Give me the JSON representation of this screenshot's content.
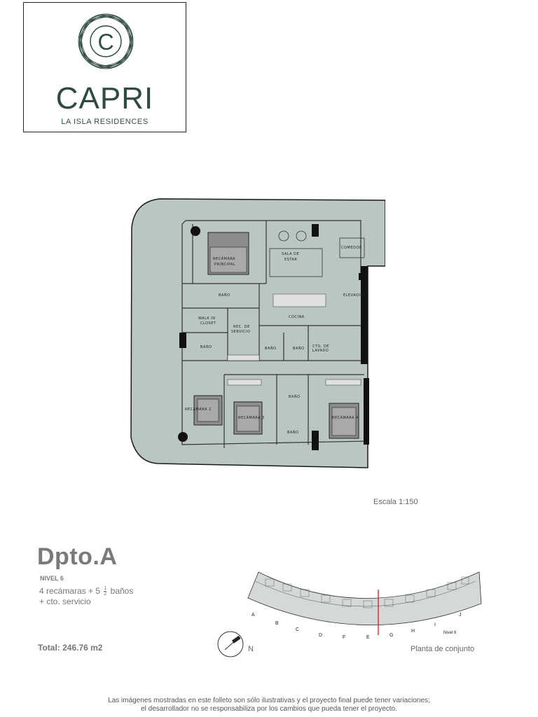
{
  "brand": {
    "name": "CAPRI",
    "subtitle": "LA ISLA RESIDENCES",
    "monogram": "C"
  },
  "plan": {
    "rooms": {
      "recamara_principal": [
        "RECÁMARA",
        "PRINCIPAL"
      ],
      "sala": [
        "SALA DE",
        "ESTAR"
      ],
      "comedor": "COMEDOR",
      "elevador": "ELEVADOR",
      "bano": "BAÑO",
      "walk_in": [
        "WALK IN",
        "CLOSET"
      ],
      "rec_servicio": [
        "REC. DE",
        "SERVICIO"
      ],
      "cocina": "COCINA",
      "cto_lavado": [
        "CTO. DE",
        "LAVADO"
      ],
      "recamara_2": "RECÁMARA 2",
      "recamara_3": "RECÁMARA 3",
      "recamara_4": "RECÁMARA 4"
    }
  },
  "scale": "Escala 1:150",
  "unit": {
    "title": "Dpto.A",
    "level": "NIVEL 6",
    "rooms_pre": "4 recámaras + 5",
    "frac_num": "1",
    "frac_den": "2",
    "rooms_post": "baños",
    "rooms_line2": "+ cto. servicio",
    "total": "Total: 246.76 m2"
  },
  "compass": {
    "label": "N"
  },
  "siteplan": {
    "letters": [
      "A",
      "B",
      "C",
      "D",
      "E",
      "F",
      "G",
      "H",
      "I",
      "J"
    ],
    "level": "Nivel 6",
    "caption": "Planta de conjunto"
  },
  "disclaimer": {
    "line1": "Las imágenes mostradas en este folleto son sólo ilustrativas y el proyecto final puede tener variaciones;",
    "line2": "el desarrollador no se responsabiliza por los cambios que pueda tener el proyecto."
  },
  "colors": {
    "plan_fill": "#b9c6c4",
    "wall": "#1a1a1a",
    "brand": "#2f4a3f",
    "marker": "#cc1111"
  }
}
